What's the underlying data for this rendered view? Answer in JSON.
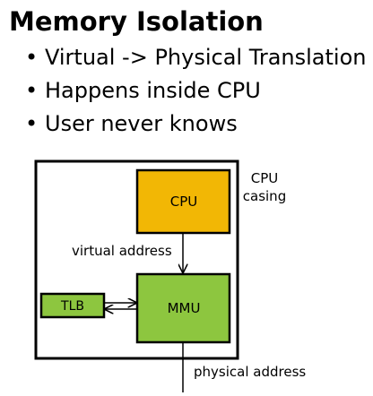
{
  "slide": {
    "title": "Memory Isolation",
    "bullets": [
      "Virtual -> Physical Translation",
      "Happens inside CPU",
      "User never knows"
    ]
  },
  "diagram": {
    "casing_label_line1": "CPU",
    "casing_label_line2": "casing",
    "cpu_label": "CPU",
    "mmu_label": "MMU",
    "tlb_label": "TLB",
    "virtual_address_label": "virtual address",
    "physical_address_label": "physical address",
    "colors": {
      "cpu_fill": "#f2b705",
      "mmu_fill": "#8dc63f",
      "tlb_fill": "#8dc63f",
      "stroke": "#000000"
    }
  }
}
